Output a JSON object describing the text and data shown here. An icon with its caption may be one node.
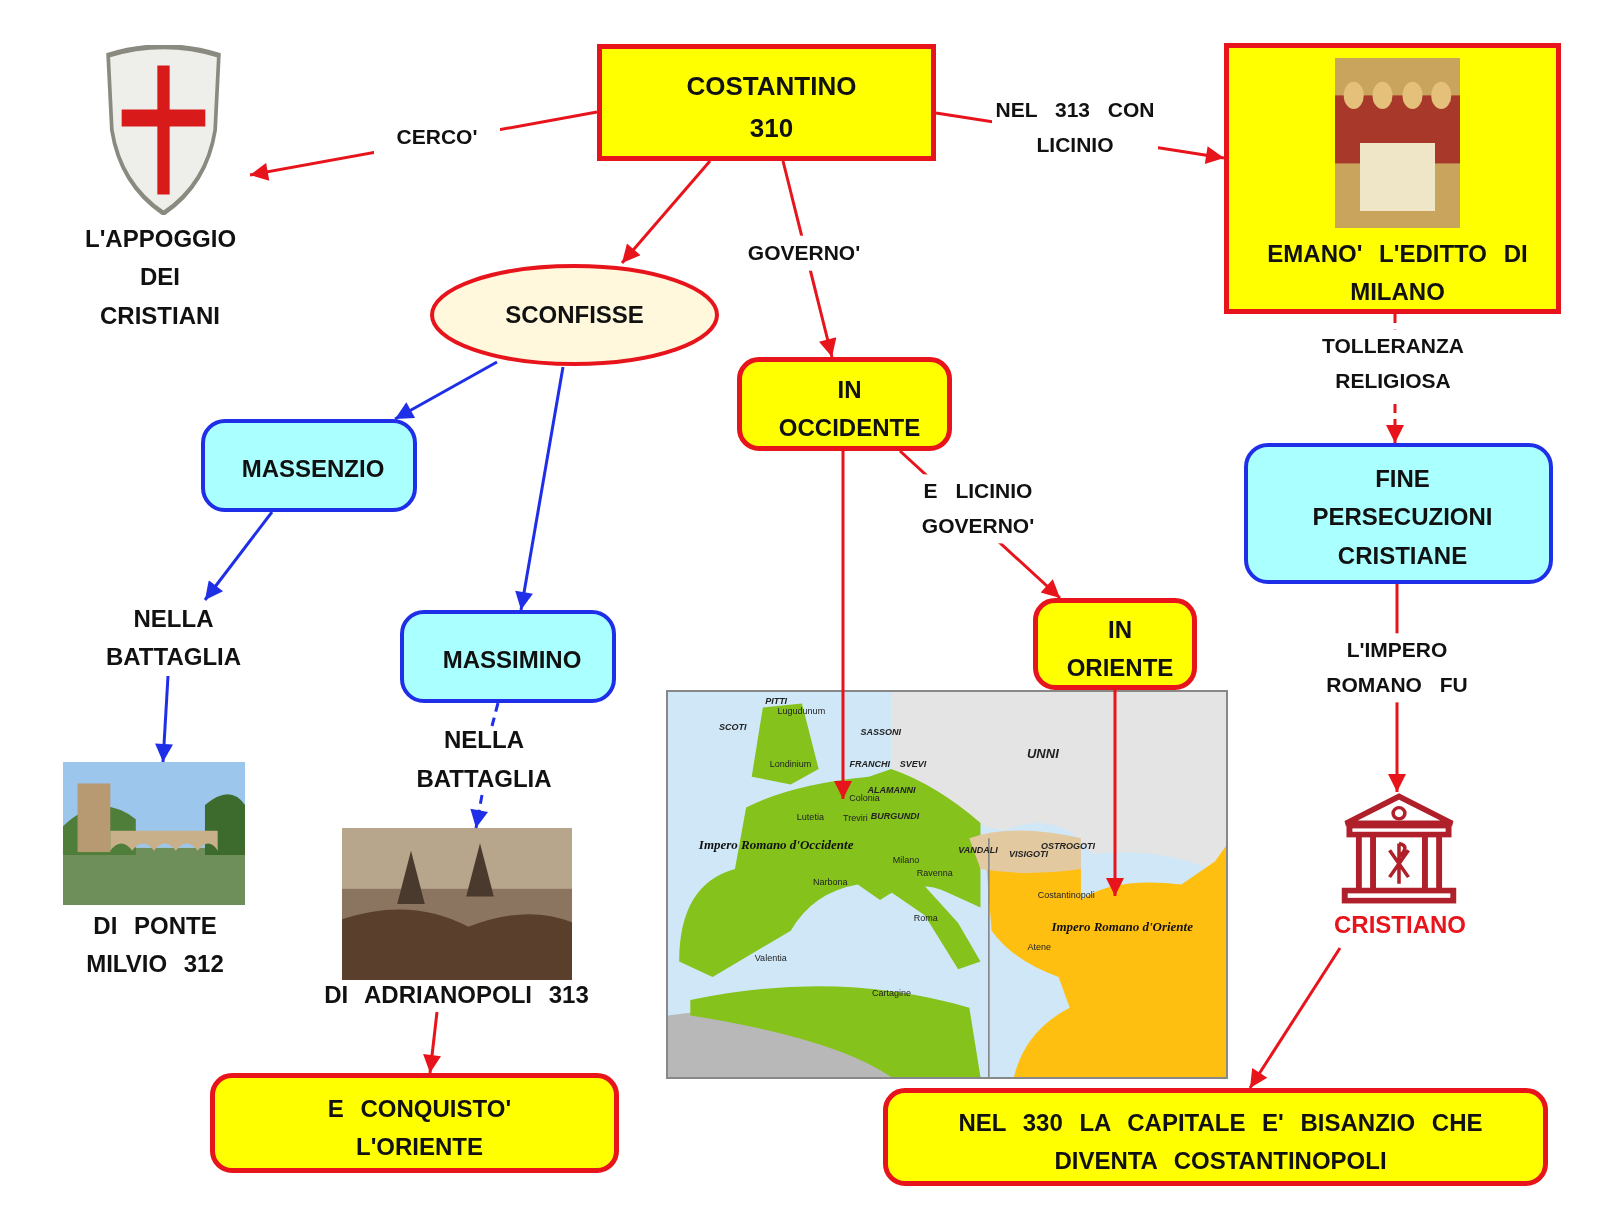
{
  "diagram": {
    "nodes": [
      {
        "text": [
          "COSTANTINO 310"
        ]
      },
      {
        "text": [
          "L'APPOGGIO DEI CRISTIANI"
        ]
      },
      {
        "text": [
          "EMANO' L'EDITTO DI MILANO"
        ]
      },
      {
        "text": [
          "SCONFISSE"
        ]
      },
      {
        "text": [
          "IN OCCIDENTE"
        ]
      },
      {
        "text": [
          "MASSENZIO"
        ]
      },
      {
        "text": [
          "MASSIMINO"
        ]
      },
      {
        "text": [
          "FINE PERSECUZIONI CRISTIANE"
        ]
      },
      {
        "text": [
          "NELLA BATTAGLIA"
        ]
      },
      {
        "text": [
          "IN ORIENTE"
        ]
      },
      {
        "text": [
          "DI PONTE MILVIO 312"
        ]
      },
      {
        "text": [
          "NELLA BATTAGLIA"
        ]
      },
      {
        "text": [
          "DI ADRIANOPOLI 313"
        ]
      },
      {
        "text": [],
        "shape": "picture"
      },
      {
        "text": [
          "CRISTIANO"
        ]
      },
      {
        "text": [
          "E CONQUISTO' L'ORIENTE"
        ]
      },
      {
        "text": [
          "NEL 330 LA CAPITALE E' BISANZIO CHE DIVENTA COSTANTINOPOLI"
        ]
      }
    ],
    "edges": [
      {
        "from": 0,
        "to": 1,
        "arrow": "to",
        "label": "CERCO'"
      },
      {
        "from": 0,
        "to": 2,
        "arrow": "to",
        "label": "NEL 313 CON LICINIO"
      },
      {
        "from": 0,
        "to": 3,
        "arrow": "to"
      },
      {
        "from": 0,
        "to": 4,
        "arrow": "to",
        "label": "GOVERNO'"
      },
      {
        "from": 3,
        "to": 5,
        "arrow": "to",
        "color": "#1f2fe8"
      },
      {
        "from": 3,
        "to": 6,
        "arrow": "to",
        "color": "#1f2fe8"
      },
      {
        "from": 5,
        "to": 8,
        "arrow": "to",
        "color": "#1f2fe8"
      },
      {
        "from": 8,
        "to": 10,
        "arrow": "to",
        "color": "#1f2fe8"
      },
      {
        "from": 6,
        "to": 11,
        "arrow": "none",
        "style": "dashed",
        "color": "#1f2fe8"
      },
      {
        "from": 11,
        "to": 12,
        "arrow": "to",
        "style": "dashed",
        "color": "#1f2fe8"
      },
      {
        "from": 12,
        "to": 15,
        "arrow": "to"
      },
      {
        "from": 2,
        "to": 7,
        "arrow": "to",
        "style": "dashed",
        "label": "TOLLERANZA RELIGIOSA"
      },
      {
        "from": 4,
        "to": 9,
        "arrow": "to",
        "label": "E LICINIO GOVERNO'"
      },
      {
        "from": 4,
        "to": 13,
        "arrow": "to"
      },
      {
        "from": 9,
        "to": 13,
        "arrow": "to"
      },
      {
        "from": 7,
        "to": 14,
        "arrow": "to",
        "label": "L'IMPERO ROMANO FU"
      },
      {
        "from": 14,
        "to": 16,
        "arrow": "to"
      }
    ],
    "labels": [
      "PITTI",
      "Lugudunum",
      "SCOTI",
      "SASSONI",
      "UNNI",
      "Londinium",
      "FRANCHI",
      "SVEVI",
      "ALAMANNI",
      "Colonia",
      "Lutetia",
      "Treviri",
      "BURGUNDI",
      "Impero Romano d'Occidente",
      "VANDALI",
      "VISIGOTI",
      "OSTROGOTI",
      "Milano",
      "Ravenna",
      "Narbona",
      "Costantinopoli",
      "Roma",
      "Impero Romano d'Oriente",
      "Atene",
      "Valentia",
      "Cartagine"
    ]
  }
}
